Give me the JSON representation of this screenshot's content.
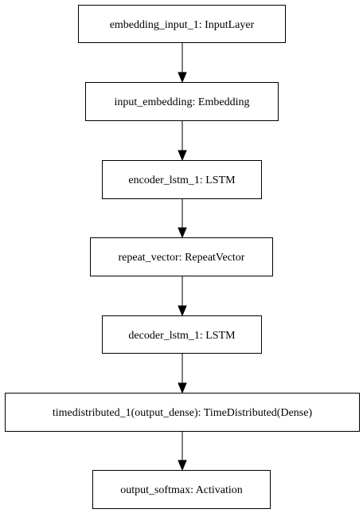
{
  "diagram": {
    "nodes": [
      {
        "id": "embedding_input_1",
        "label": "embedding_input_1: InputLayer"
      },
      {
        "id": "input_embedding",
        "label": "input_embedding: Embedding"
      },
      {
        "id": "encoder_lstm_1",
        "label": "encoder_lstm_1: LSTM"
      },
      {
        "id": "repeat_vector",
        "label": "repeat_vector: RepeatVector"
      },
      {
        "id": "decoder_lstm_1",
        "label": "decoder_lstm_1: LSTM"
      },
      {
        "id": "timedistributed_1",
        "label": "timedistributed_1(output_dense): TimeDistributed(Dense)"
      },
      {
        "id": "output_softmax",
        "label": "output_softmax: Activation"
      }
    ],
    "edges": [
      {
        "from": "embedding_input_1",
        "to": "input_embedding"
      },
      {
        "from": "input_embedding",
        "to": "encoder_lstm_1"
      },
      {
        "from": "encoder_lstm_1",
        "to": "repeat_vector"
      },
      {
        "from": "repeat_vector",
        "to": "decoder_lstm_1"
      },
      {
        "from": "decoder_lstm_1",
        "to": "timedistributed_1"
      },
      {
        "from": "timedistributed_1",
        "to": "output_softmax"
      }
    ]
  }
}
